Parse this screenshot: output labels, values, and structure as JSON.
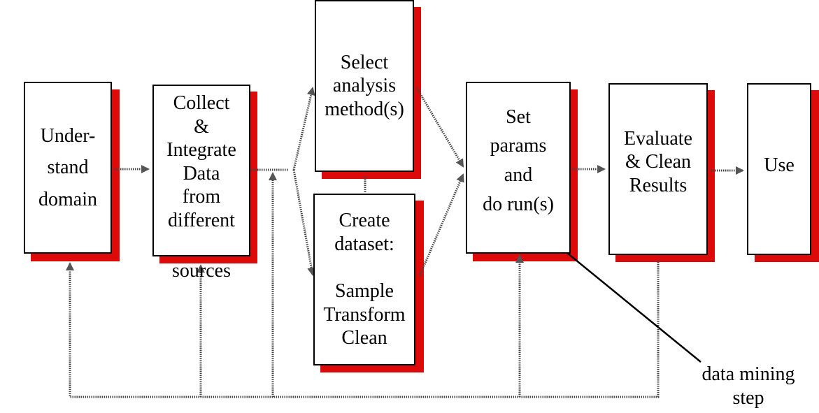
{
  "diagram": {
    "title": "",
    "accent_color": "#dd0a0a",
    "nodes": {
      "understand": {
        "lines": [
          "Under-",
          "stand",
          "domain"
        ]
      },
      "collect": {
        "lines": [
          "Collect",
          "&",
          "Integrate",
          "Data",
          "from",
          "different"
        ],
        "overflow_line": "sources"
      },
      "select": {
        "lines": [
          "Select",
          "analysis",
          "method(s)"
        ]
      },
      "create": {
        "lines": [
          "Create",
          "dataset:",
          "",
          "Sample",
          "Transform",
          "Clean"
        ]
      },
      "setparams": {
        "lines": [
          "Set",
          "params",
          "and",
          "do run(s)"
        ]
      },
      "evaluate": {
        "lines": [
          "Evaluate",
          "& Clean",
          "Results"
        ]
      },
      "use": {
        "lines": [
          "Use"
        ]
      }
    },
    "annotation": {
      "lines": [
        "data mining",
        "step"
      ],
      "points_to": "setparams"
    },
    "edges": [
      {
        "from": "understand",
        "to": "collect",
        "style": "dotted"
      },
      {
        "from": "collect",
        "to": "select",
        "style": "dotted"
      },
      {
        "from": "collect",
        "to": "create",
        "style": "dotted"
      },
      {
        "from": "select",
        "to": "setparams",
        "style": "dotted"
      },
      {
        "from": "create",
        "to": "setparams",
        "style": "dotted"
      },
      {
        "from": "create",
        "to": "select",
        "style": "dotted"
      },
      {
        "from": "setparams",
        "to": "evaluate",
        "style": "dotted"
      },
      {
        "from": "evaluate",
        "to": "use",
        "style": "dotted"
      },
      {
        "from": "evaluate",
        "to": "understand",
        "style": "dotted-feedback"
      },
      {
        "from": "evaluate",
        "to": "collect",
        "style": "dotted-feedback"
      },
      {
        "from": "evaluate",
        "to": "collect-output",
        "style": "dotted-feedback"
      },
      {
        "from": "evaluate",
        "to": "setparams",
        "style": "dotted-feedback"
      }
    ]
  }
}
